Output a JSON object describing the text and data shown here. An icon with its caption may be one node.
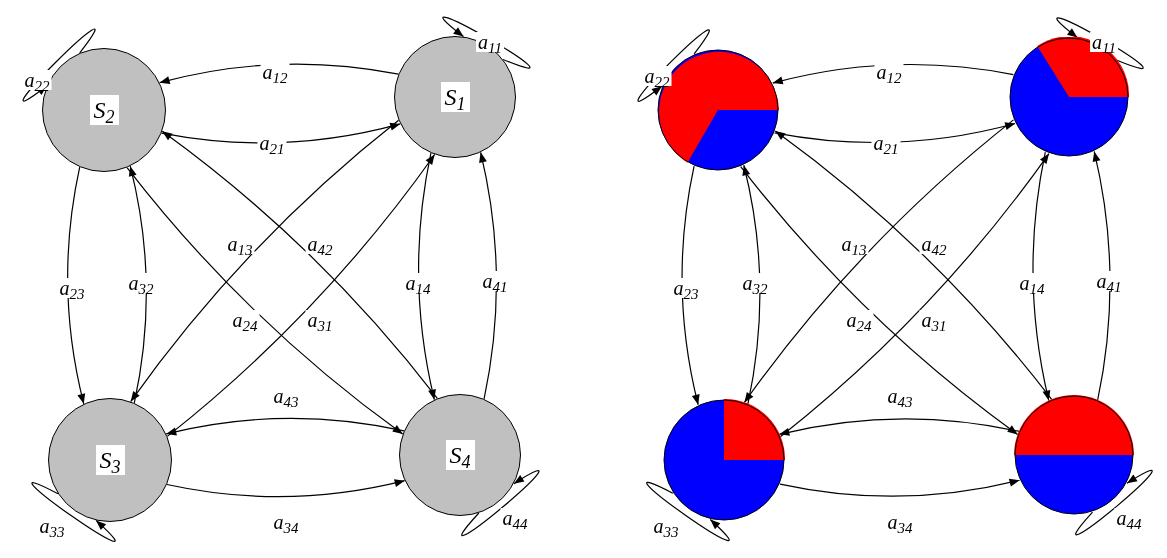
{
  "diagram": {
    "nodes": [
      {
        "text": [
          "S$_{2}$"
        ]
      },
      {
        "text": [
          "S$_{1}$"
        ]
      },
      {
        "text": [
          "S$_{3}$"
        ]
      },
      {
        "text": [
          "S$_{4}$"
        ]
      },
      {
        "text": [],
        "shape": "circle"
      },
      {
        "text": [],
        "shape": "circle"
      },
      {
        "text": [],
        "shape": "circle"
      },
      {
        "text": [],
        "shape": "circle"
      }
    ],
    "edges": [
      {
        "from": 1,
        "to": 0,
        "arrow": "to",
        "label": "a$_{12}$"
      },
      {
        "from": 0,
        "to": 1,
        "arrow": "to",
        "label": "a$_{21}$"
      },
      {
        "from": 1,
        "to": 1,
        "arrow": "to",
        "label": "a$_{11}$"
      },
      {
        "from": 0,
        "to": 0,
        "arrow": "to",
        "label": "a$_{22}$"
      },
      {
        "from": 0,
        "to": 2,
        "arrow": "to",
        "label": "a$_{23}$"
      },
      {
        "from": 2,
        "to": 0,
        "arrow": "to",
        "label": "a$_{32}$"
      },
      {
        "from": 1,
        "to": 2,
        "arrow": "to",
        "label": "a$_{13}$"
      },
      {
        "from": 3,
        "to": 0,
        "arrow": "to",
        "label": "a$_{42}$"
      },
      {
        "from": 1,
        "to": 3,
        "arrow": "to",
        "label": "a$_{14}$"
      },
      {
        "from": 3,
        "to": 1,
        "arrow": "to",
        "label": "a$_{41}$"
      },
      {
        "from": 0,
        "to": 3,
        "arrow": "to",
        "label": "a$_{24}$"
      },
      {
        "from": 2,
        "to": 1,
        "arrow": "to",
        "label": "a$_{31}$"
      },
      {
        "from": 3,
        "to": 2,
        "arrow": "to",
        "label": "a$_{43}$"
      },
      {
        "from": 2,
        "to": 3,
        "arrow": "to",
        "label": "a$_{34}$"
      },
      {
        "from": 2,
        "to": 2,
        "arrow": "to",
        "label": "a$_{33}$"
      },
      {
        "from": 3,
        "to": 3,
        "arrow": "to",
        "label": "a$_{44}$"
      },
      {
        "from": 5,
        "to": 4,
        "arrow": "to",
        "label": "a$_{12}$"
      },
      {
        "from": 4,
        "to": 5,
        "arrow": "to",
        "label": "a$_{21}$"
      },
      {
        "from": 5,
        "to": 5,
        "arrow": "to",
        "label": "a$_{11}$"
      },
      {
        "from": 4,
        "to": 4,
        "arrow": "to",
        "label": "a$_{22}$"
      },
      {
        "from": 4,
        "to": 6,
        "arrow": "to",
        "label": "a$_{23}$"
      },
      {
        "from": 6,
        "to": 4,
        "arrow": "to",
        "label": "a$_{32}$"
      },
      {
        "from": 5,
        "to": 6,
        "arrow": "to",
        "label": "a$_{13}$"
      },
      {
        "from": 7,
        "to": 4,
        "arrow": "to",
        "label": "a$_{42}$"
      },
      {
        "from": 5,
        "to": 7,
        "arrow": "to",
        "label": "a$_{14}$"
      },
      {
        "from": 7,
        "to": 5,
        "arrow": "to",
        "label": "a$_{41}$"
      },
      {
        "from": 4,
        "to": 7,
        "arrow": "to",
        "label": "a$_{24}$"
      },
      {
        "from": 6,
        "to": 5,
        "arrow": "to",
        "label": "a$_{31}$"
      },
      {
        "from": 7,
        "to": 6,
        "arrow": "to",
        "label": "a$_{43}$"
      },
      {
        "from": 6,
        "to": 7,
        "arrow": "to",
        "label": "a$_{34}$"
      },
      {
        "from": 6,
        "to": 6,
        "arrow": "to",
        "label": "a$_{33}$"
      },
      {
        "from": 7,
        "to": 7,
        "arrow": "to",
        "label": "a$_{44}$"
      }
    ]
  }
}
